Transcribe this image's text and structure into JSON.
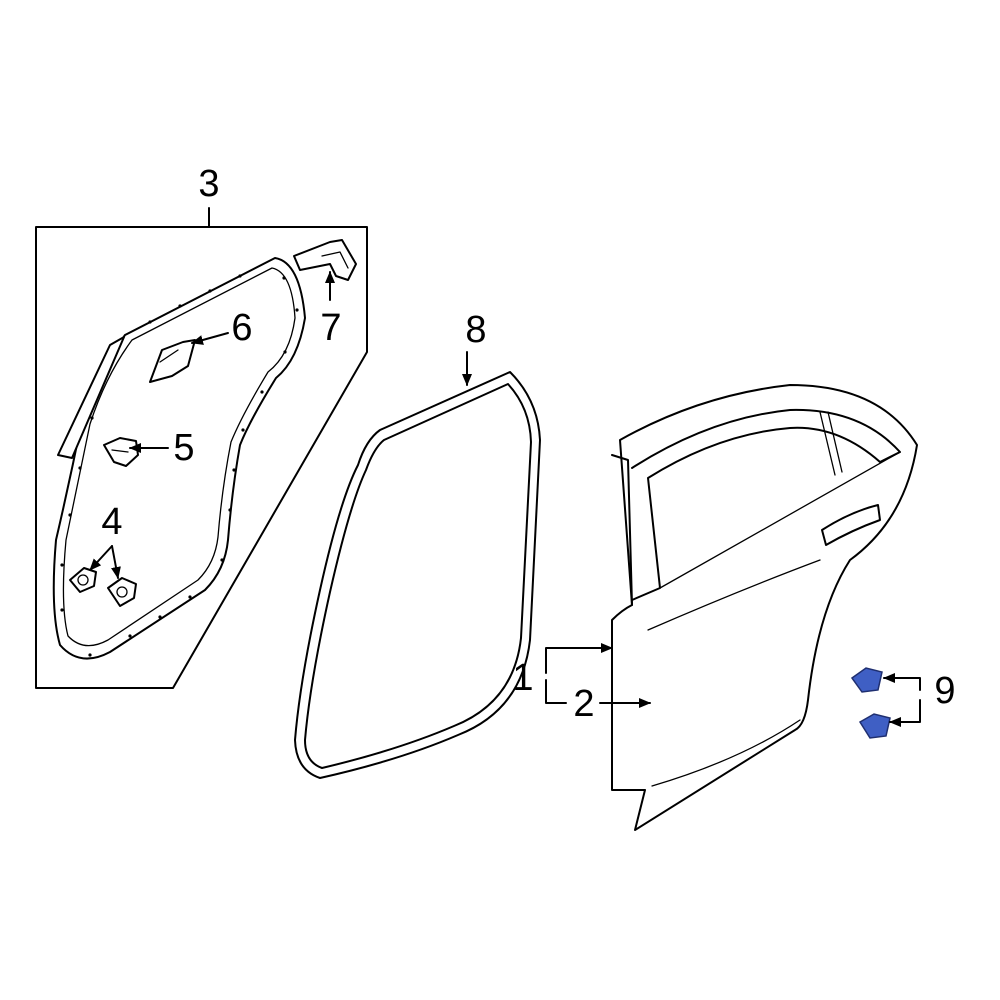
{
  "callouts": {
    "c1": "1",
    "c2": "2",
    "c3": "3",
    "c4": "4",
    "c5": "5",
    "c6": "6",
    "c7": "7",
    "c8": "8",
    "c9": "9"
  },
  "colors": {
    "line": "#000000",
    "background": "#ffffff",
    "highlight_part": "#3f5fc4"
  }
}
